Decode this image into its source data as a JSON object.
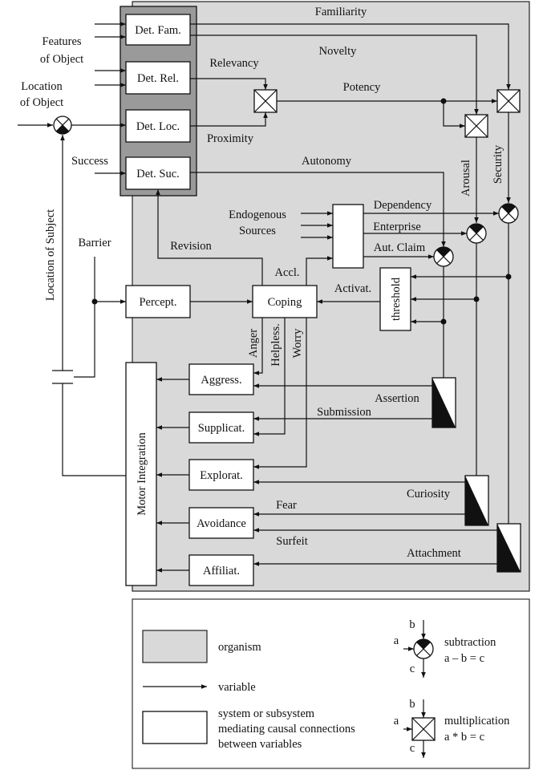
{
  "blocks": {
    "det_fam": "Det. Fam.",
    "det_rel": "Det. Rel.",
    "det_loc": "Det. Loc.",
    "det_suc": "Det. Suc.",
    "percept": "Percept.",
    "coping": "Coping",
    "threshold": "threshold",
    "motor_integration": "Motor Integration",
    "aggress": "Aggress.",
    "supplicat": "Supplicat.",
    "explorat": "Explorat.",
    "avoidance": "Avoidance",
    "affiliat": "Affiliat."
  },
  "variables": {
    "familiarity": "Familiarity",
    "novelty": "Novelty",
    "relevancy": "Relevancy",
    "potency": "Potency",
    "proximity": "Proximity",
    "autonomy": "Autonomy",
    "arousal": "Arousal",
    "security": "Security",
    "dependency": "Dependency",
    "enterprise": "Enterprise",
    "aut_claim": "Aut. Claim",
    "endogenous_line1": "Endogenous",
    "endogenous_line2": "Sources",
    "features_line1": "Features",
    "features_line2": "of Object",
    "location_object_line1": "Location",
    "location_object_line2": "of Object",
    "success": "Success",
    "location_subject": "Location of Subject",
    "barrier": "Barrier",
    "revision": "Revision",
    "accl": "Accl.",
    "activat": "Activat.",
    "anger": "Anger",
    "helpless": "Helpless.",
    "worry": "Worry",
    "assertion": "Assertion",
    "submission": "Submission",
    "curiosity": "Curiosity",
    "fear": "Fear",
    "surfeit": "Surfeit",
    "attachment": "Attachment"
  },
  "legend": {
    "organism": "organism",
    "variable": "variable",
    "system_line1": "system or subsystem",
    "system_line2": "mediating causal connections",
    "system_line3": "between variables",
    "a": "a",
    "b": "b",
    "c": "c",
    "subtraction": "subtraction",
    "subtraction_formula": "a – b = c",
    "multiplication": "multiplication",
    "multiplication_formula": "a * b = c"
  }
}
